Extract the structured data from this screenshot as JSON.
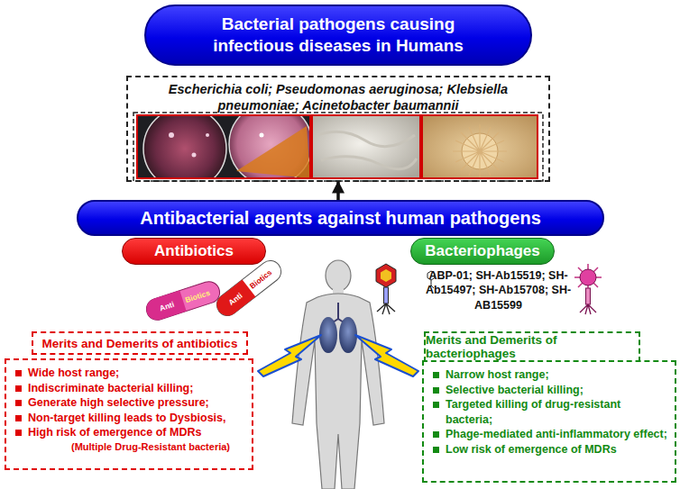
{
  "diagram": {
    "nodes": [
      {
        "text": [
          "Bacterial pathogens causing infectious diseases in Humans"
        ]
      },
      {
        "text": [
          "Escherichia coli; Pseudomonas aeruginosa; Klebsiella pneumoniae; Acinetobacter baumannii"
        ]
      },
      {
        "text": [
          "Antibacterial agents against human pathogens"
        ]
      },
      {
        "text": [
          "Antibiotics"
        ]
      },
      {
        "text": [
          "Bacteriophages"
        ]
      },
      {
        "text": [
          "Merits and Demerits of antibiotics"
        ]
      },
      {
        "text": [
          "Wide host range;",
          "Indiscriminate bacterial killing;",
          "Generate high selective pressure;",
          "Non-target killing leads to Dysbiosis,",
          "High risk of emergence of MDRs",
          "(Multiple Drug-Resistant bacteria)"
        ]
      },
      {
        "text": [
          "Merits and Demerits of bacteriophages"
        ]
      },
      {
        "text": [
          "Narrow host range;",
          "Selective bacterial killing;",
          "Targeted killing of drug-resistant bacteria;",
          "Phage-mediated anti-inflammatory effect;",
          "Low risk of emergence of MDRs"
        ]
      }
    ],
    "edges": [
      {
        "from": 2,
        "to": 1,
        "arrow": "to"
      }
    ],
    "labels": [
      "ABP-01; SH-Ab15519; SH-Ab15497; SH-Ab15708; SH-AB15599",
      "Anti",
      "Biotics",
      "Anti",
      "Biotics"
    ]
  }
}
